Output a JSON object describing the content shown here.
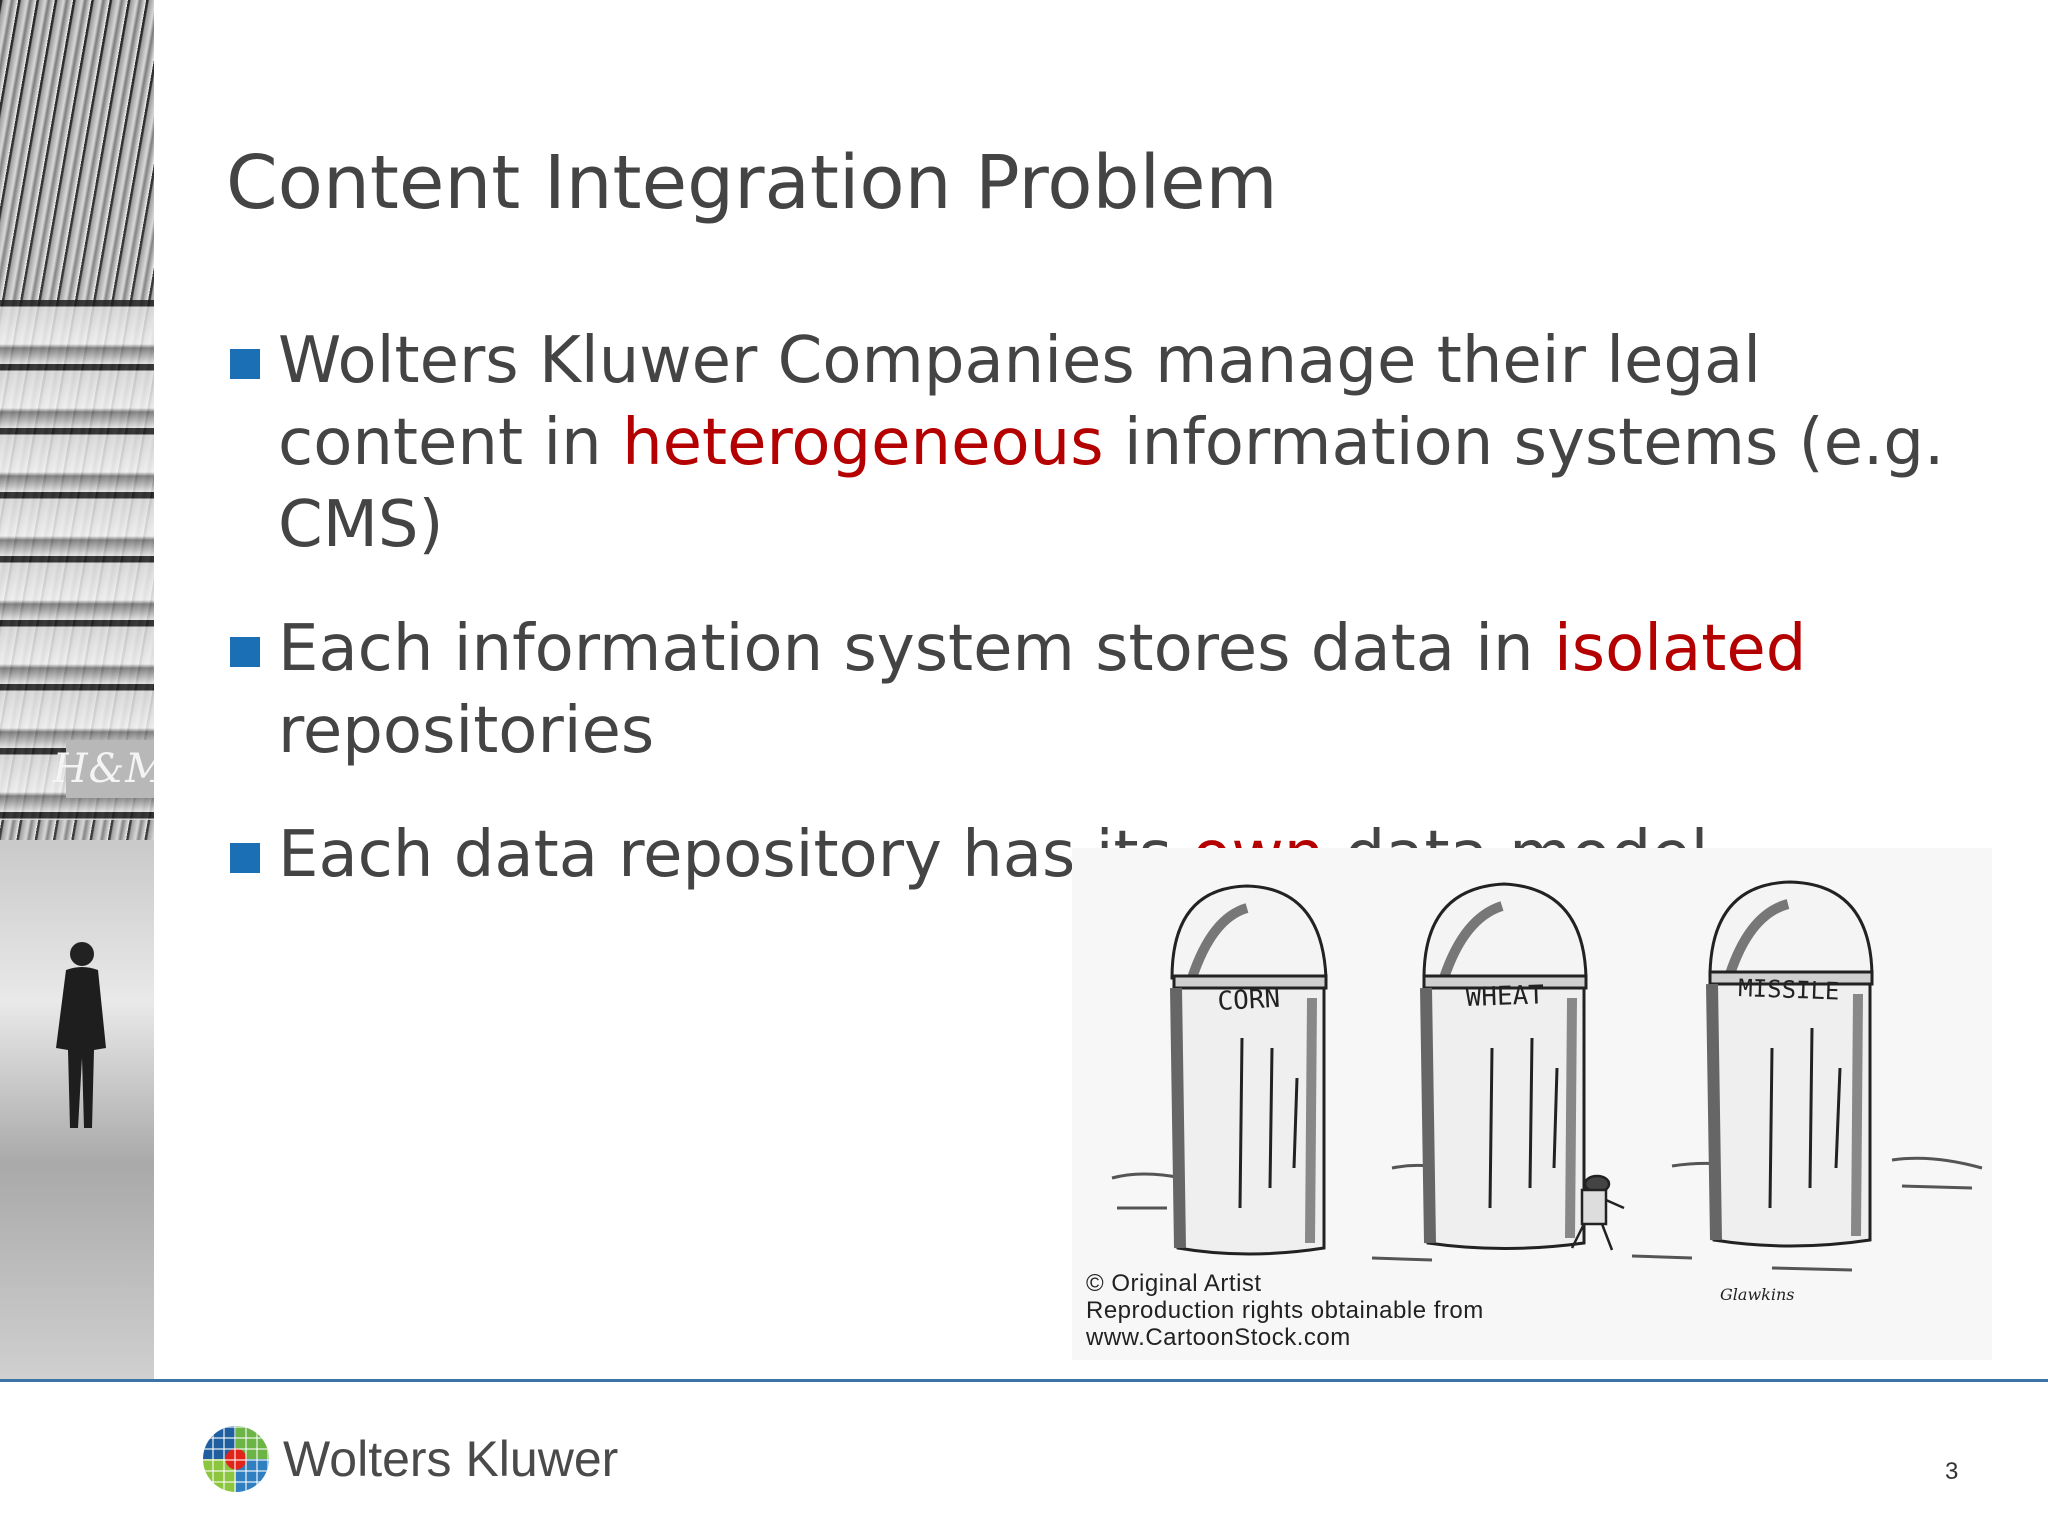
{
  "slide": {
    "title": "Content Integration Problem",
    "page_number": "3",
    "bullets": [
      {
        "pre": "Wolters Kluwer Companies manage their legal content in ",
        "highlight": "heterogeneous",
        "post": " information systems (e.g. CMS)"
      },
      {
        "pre": "Each information system stores data in ",
        "highlight": "isolated",
        "post": " repositories"
      },
      {
        "pre": "Each data repository has its ",
        "highlight": "own",
        "post": " data model"
      }
    ]
  },
  "footer": {
    "logo_text": "Wolters Kluwer"
  },
  "photo": {
    "shop_sign": "H&M"
  },
  "cartoon": {
    "silo_labels": [
      "CORN",
      "WHEAT",
      "MISSILE"
    ],
    "signature": "Glawkins",
    "credit_lines": [
      "© Original Artist",
      "Reproduction rights obtainable from",
      "www.CartoonStock.com"
    ]
  },
  "colors": {
    "highlight": "#b40000",
    "bullet_marker": "#1b6fb5",
    "footer_rule": "#3a74a8"
  }
}
